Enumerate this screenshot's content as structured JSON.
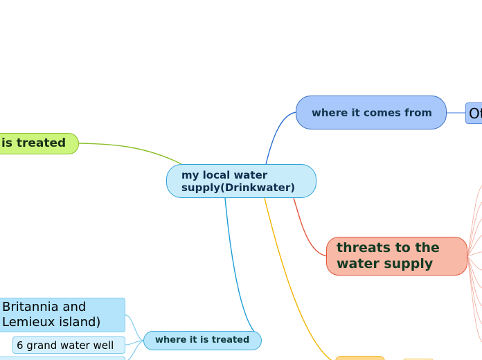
{
  "mindmap": {
    "central": {
      "label": "my local water supply(Drinkwater)"
    },
    "branches": {
      "where_it_comes_from": {
        "label": "where it comes from",
        "child_label": "Ot"
      },
      "threats": {
        "label": "threats to the water supply"
      },
      "treated_left": {
        "label": "is treated"
      },
      "treated_sub": {
        "label": "where it is treated",
        "children": [
          "Britannia and Lemieux island)",
          "6 grand water well"
        ]
      }
    }
  },
  "colors": {
    "central_fill": "#c9ecfb",
    "comes_fill": "#a8c8fb",
    "threats_fill": "#f8b9a6",
    "treated_left_fill": "#ccf57e",
    "treated_sub_fill": "#b8e6fb",
    "connector_blue": "#2b6fcf",
    "connector_red": "#e0553a",
    "connector_green": "#8bbf2a",
    "connector_cyan": "#1e9fd8",
    "connector_yellow": "#f5b400"
  }
}
